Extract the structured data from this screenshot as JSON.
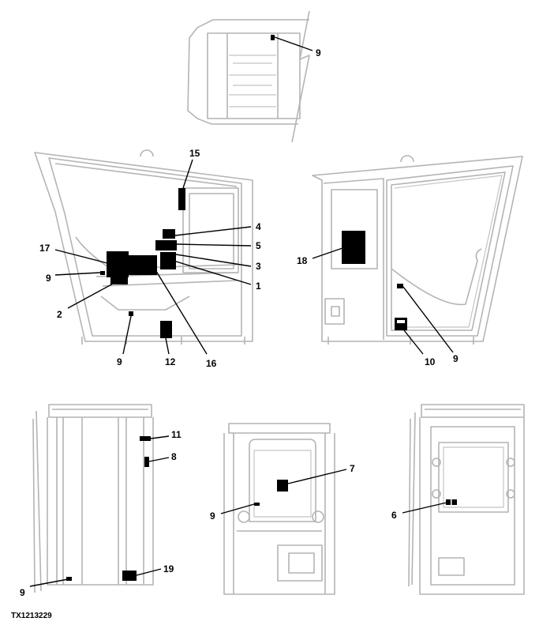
{
  "figure_id": "TX1213229",
  "callouts": {
    "top_9": "9",
    "c15": "15",
    "c4": "4",
    "c5": "5",
    "c3": "3",
    "c1": "1",
    "c17": "17",
    "left_9": "9",
    "c2": "2",
    "bottom_9": "9",
    "c12": "12",
    "c16": "16",
    "c18": "18",
    "c10": "10",
    "right_9": "9",
    "c11": "11",
    "c8": "8",
    "rear_9": "9",
    "c19": "19",
    "c7": "7",
    "door_9": "9",
    "c6": "6"
  }
}
